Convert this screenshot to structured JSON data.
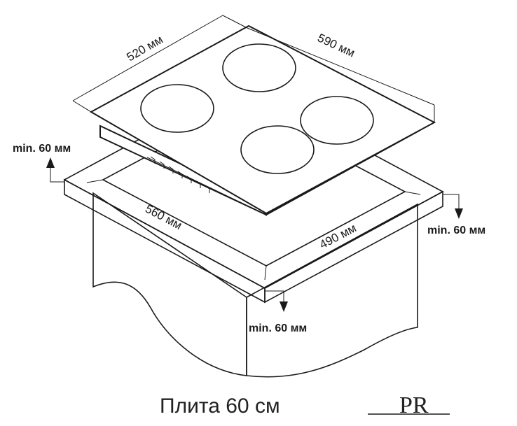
{
  "dimensions": {
    "top_width": "520 мм",
    "top_depth": "590 мм",
    "cutout_width": "560 мм",
    "cutout_depth": "490 мм"
  },
  "clearances": {
    "left": "min. 60 мм",
    "right": "min. 60 мм",
    "front": "min. 60 мм"
  },
  "caption": "Плита 60 см",
  "logo": "PR"
}
